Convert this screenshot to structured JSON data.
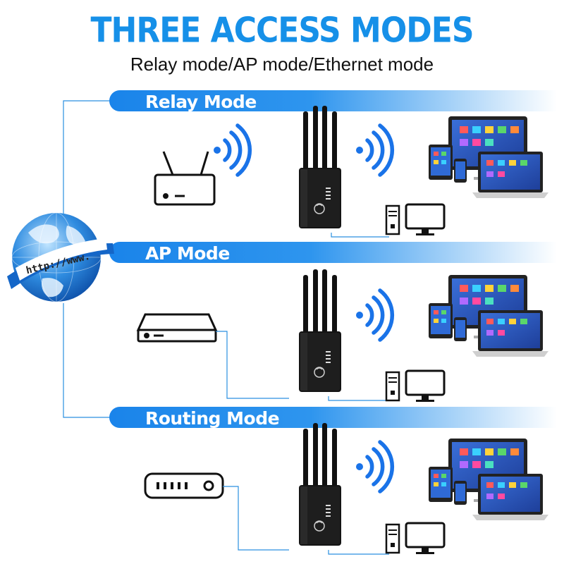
{
  "title": "THREE ACCESS MODES",
  "subtitle": "Relay mode/AP mode/Ethernet mode",
  "globe": {
    "url_text": "http://www."
  },
  "modes": [
    {
      "label": "Relay Mode",
      "source_device": "wireless-router-icon"
    },
    {
      "label": "AP Mode",
      "source_device": "switch-icon"
    },
    {
      "label": "Routing Mode",
      "source_device": "modem-icon"
    }
  ],
  "colors": {
    "accent": "#1690e8",
    "banner_dark": "#1582e6",
    "wifi": "#1a73e8",
    "line": "#2a8fe0"
  }
}
